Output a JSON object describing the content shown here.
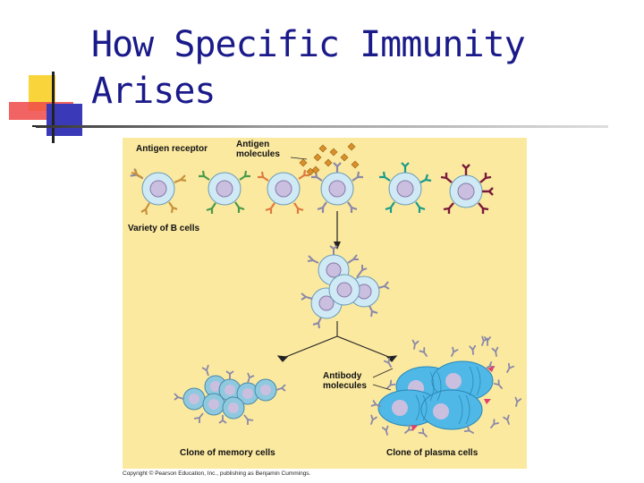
{
  "slide": {
    "title_line1": "How Specific Immunity",
    "title_line2": "Arises"
  },
  "figure": {
    "labels": {
      "antigen_receptor": "Antigen receptor",
      "antigen_molecules_1": "Antigen",
      "antigen_molecules_2": "molecules",
      "variety_b_cells": "Variety of B cells",
      "antibody_molecules_1": "Antibody",
      "antibody_molecules_2": "molecules",
      "clone_memory": "Clone of memory cells",
      "clone_plasma": "Clone of plasma cells"
    },
    "copyright": "Copyright © Pearson Education, Inc., publishing as Benjamin Cummings.",
    "colors": {
      "panel": "#fbe9a0",
      "cell_fill": "#cfe9f5",
      "nucleus": "#cbbfe0",
      "memory_cell": "#8ec9df",
      "plasma_cell": "#4fb8e6",
      "antibody": "#8a88a8"
    }
  }
}
